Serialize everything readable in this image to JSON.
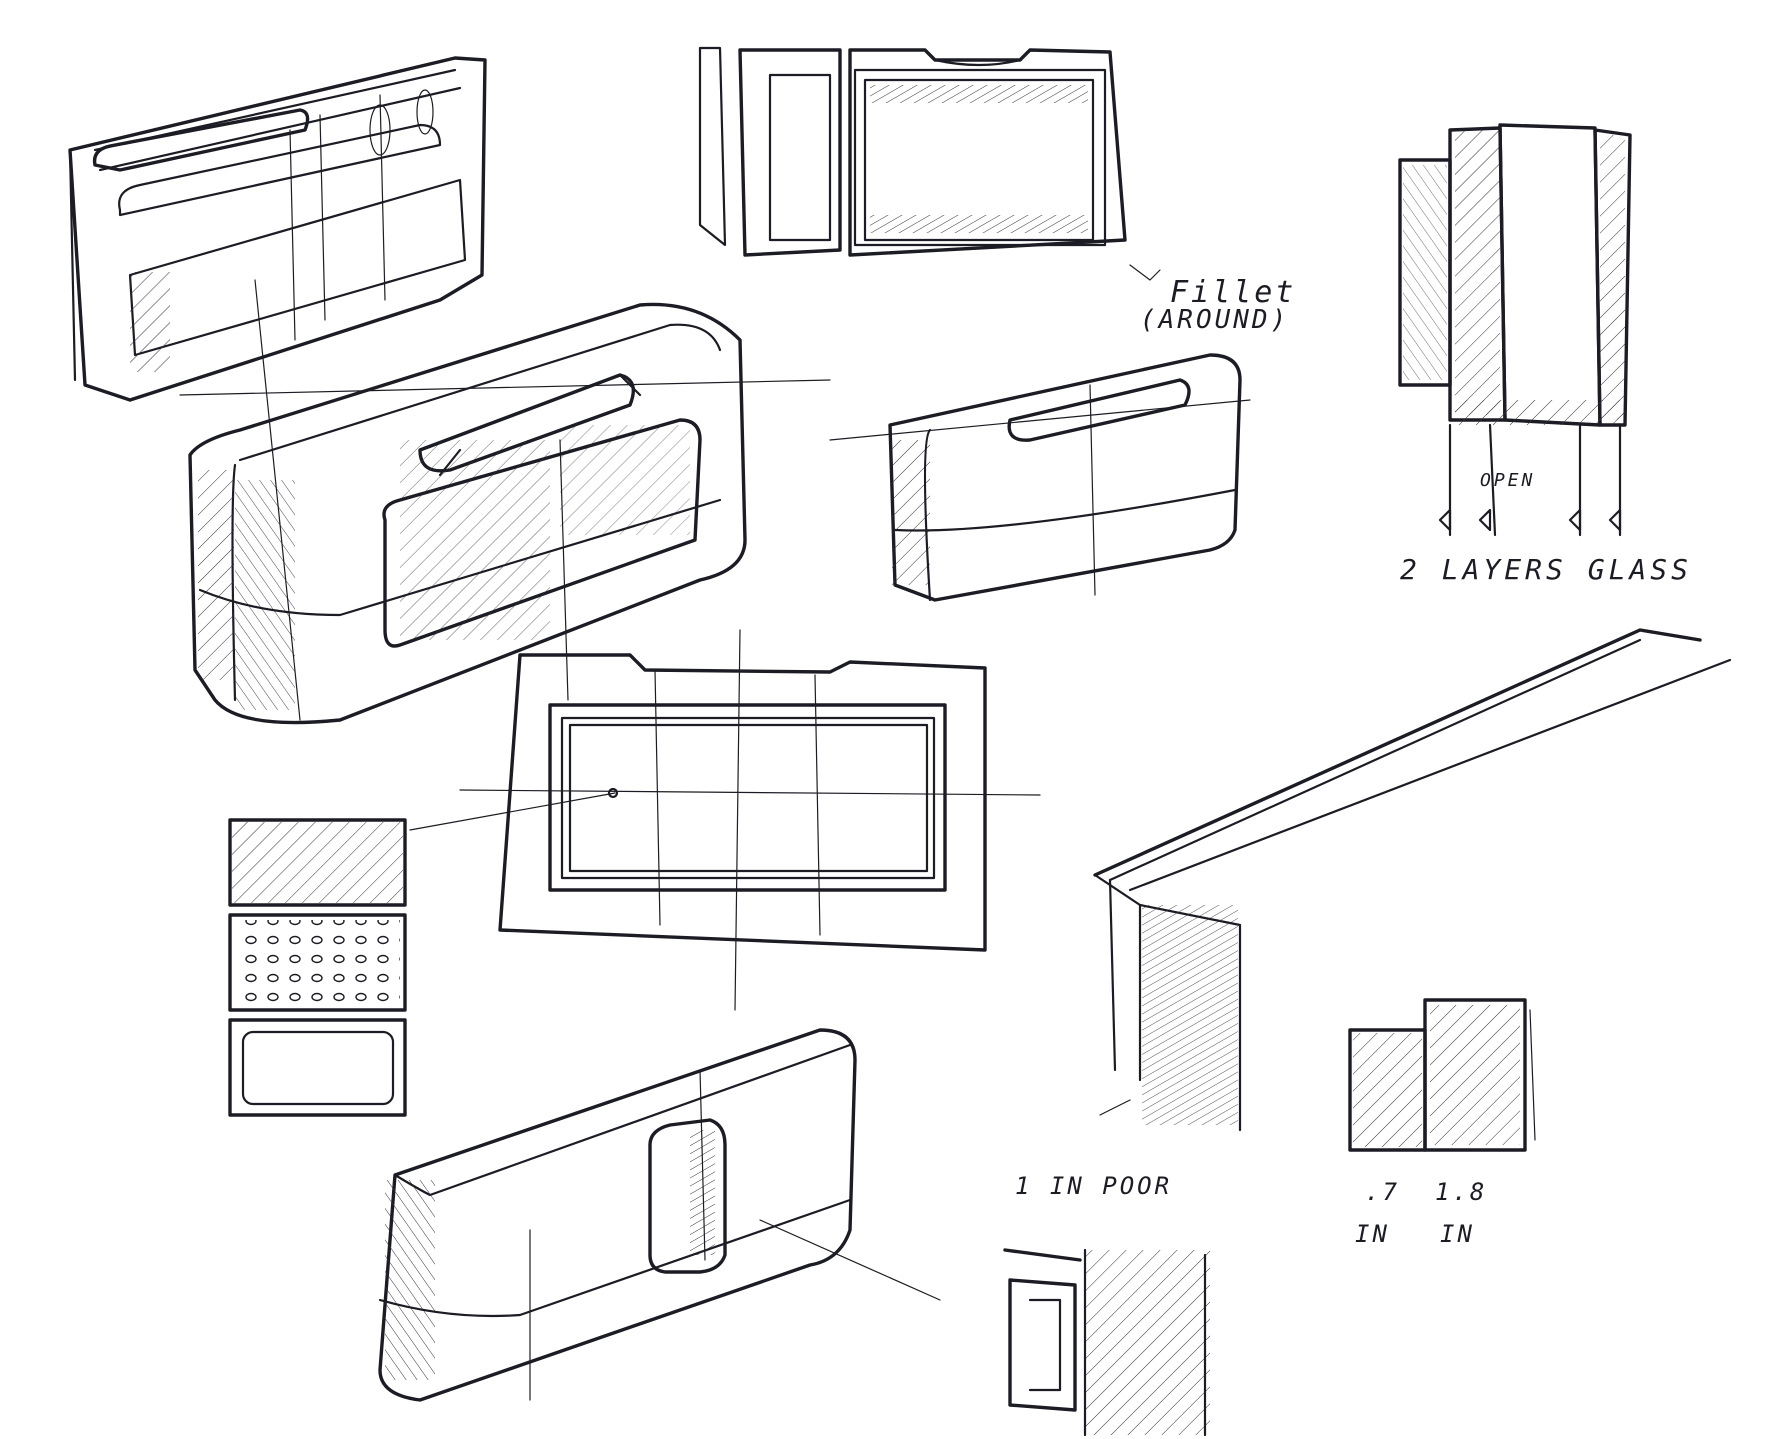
{
  "annotations": {
    "fillet_title": "Fillet",
    "fillet_sub": "(AROUND)",
    "open": "OPEN",
    "glass_layers": "2 LAYERS GLASS",
    "pour": "1 IN POOR",
    "dim_left_value": ".7",
    "dim_right_value": "1.8",
    "dim_left_unit": "IN",
    "dim_right_unit": "IN"
  },
  "colors": {
    "ink": "#1c1c24",
    "paper": "#ffffff"
  }
}
